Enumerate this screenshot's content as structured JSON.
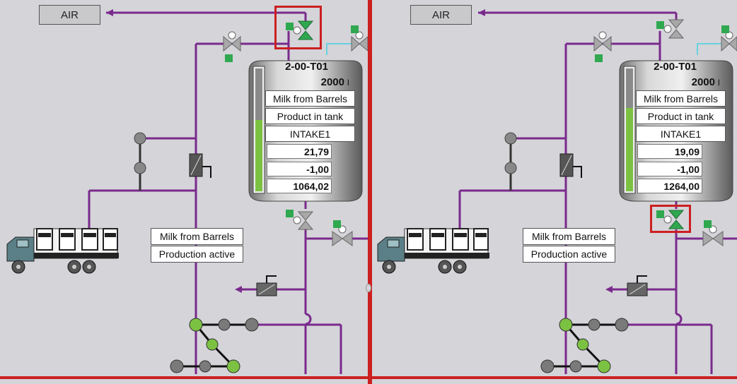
{
  "panels": [
    {
      "air_label": "AIR",
      "tank": {
        "name": "2-00-T01",
        "volume": "2000",
        "unit": "l",
        "recipe": "Milk from Barrels",
        "state": "Product in tank",
        "intake": "INTAKE1",
        "value1": "21,79",
        "value2": "-1,00",
        "value3": "1064,02",
        "level_fraction": 0.58
      },
      "status": {
        "line1": "Milk from Barrels",
        "line2": "Production active"
      },
      "highlighted_valve": "top"
    },
    {
      "air_label": "AIR",
      "tank": {
        "name": "2-00-T01",
        "volume": "2000",
        "unit": "l",
        "recipe": "Milk from Barrels",
        "state": "Product in tank",
        "intake": "INTAKE1",
        "value1": "19,09",
        "value2": "-1,00",
        "value3": "1264,00",
        "level_fraction": 0.68
      },
      "status": {
        "line1": "Milk from Barrels",
        "line2": "Production active"
      },
      "highlighted_valve": "bottom"
    }
  ],
  "colors": {
    "pipe": "#7a2a8c",
    "pipe_light": "#6ad0e0",
    "valve_open": "#2fa84f",
    "valve_closed": "#a8a8a8",
    "highlight": "#cc1f1f",
    "level": "#7cc242",
    "node_active": "#7cc242",
    "node_idle": "#7a7a7a"
  },
  "icons": [
    "valve-icon",
    "truck-icon",
    "pump-icon",
    "level-gauge-icon",
    "motor-icon"
  ]
}
